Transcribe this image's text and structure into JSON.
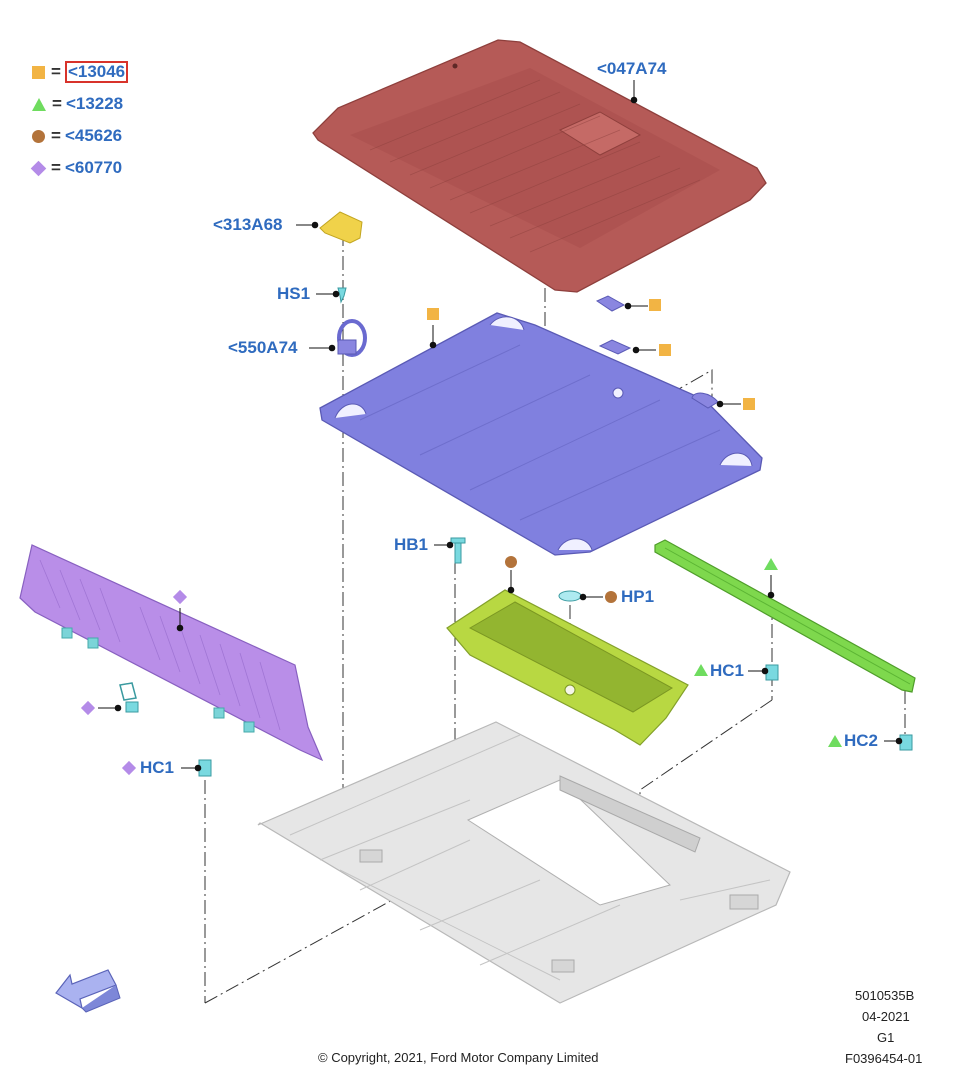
{
  "legend": [
    {
      "symbol": "square",
      "color": "#f2b444",
      "code": "<13046",
      "highlighted": true
    },
    {
      "symbol": "triangle",
      "color": "#6fdc5f",
      "code": "<13228",
      "highlighted": false
    },
    {
      "symbol": "circle",
      "color": "#b3733a",
      "code": "<45626",
      "highlighted": false
    },
    {
      "symbol": "diamond",
      "color": "#b48be8",
      "code": "<60770",
      "highlighted": false
    }
  ],
  "callouts": {
    "c047a74": "<047A74",
    "c313a68": "<313A68",
    "hs1": "HS1",
    "c550a74": "<550A74",
    "hb1": "HB1",
    "hp1": "HP1",
    "hc1_right": "HC1",
    "hc2": "HC2",
    "hc1_left": "HC1"
  },
  "footer": {
    "copyright": "© Copyright, 2021, Ford Motor Company Limited",
    "code1": "5010535B",
    "date": "04-2021",
    "grade": "G1",
    "ref": "F0396454-01"
  },
  "colors": {
    "callout_text": "#2f6bbf",
    "carpet": "#b55a57",
    "floor_panel": "#8080df",
    "bin": "#b8d842",
    "side_panel": "#b98ee8",
    "rail": "#7ed84d",
    "body_floor": "#e6e6e6",
    "fastener": "#79d9e0",
    "highlight_box": "#d8332b"
  }
}
